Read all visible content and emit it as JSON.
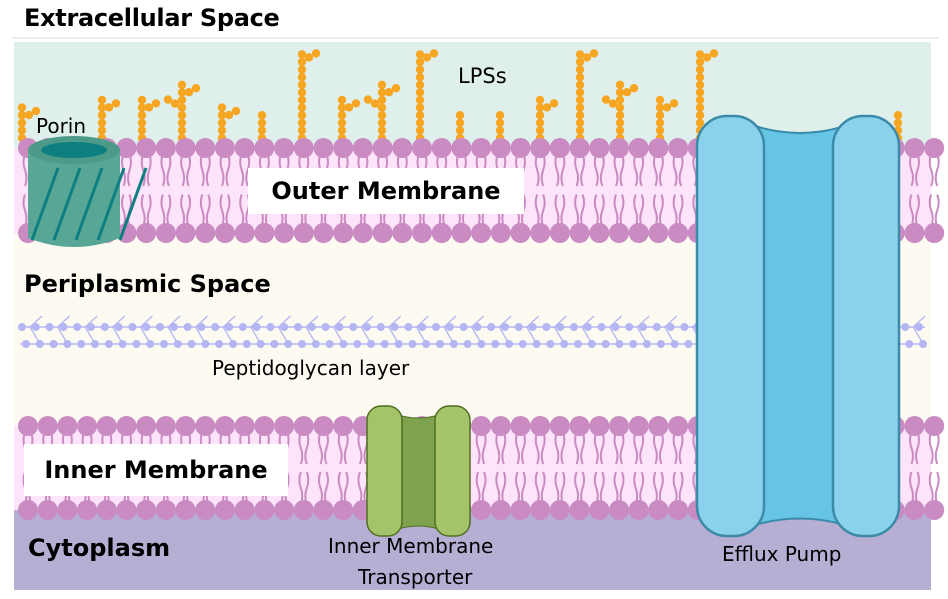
{
  "diagram": {
    "title": "Extracellular Space",
    "regions": {
      "extracellular": {
        "label": "Extracellular Space",
        "color": "#dff0ec"
      },
      "outer_membrane": {
        "label": "Outer Membrane",
        "color": "#fde4fb"
      },
      "periplasm": {
        "label": "Periplasmic Space",
        "color": "#fdfaf2"
      },
      "inner_membrane": {
        "label": "Inner Membrane",
        "color": "#fde4fb"
      },
      "cytoplasm": {
        "label": "Cytoplasm",
        "color": "#b7aed4"
      }
    },
    "labels": {
      "lps": "LPSs",
      "porin": "Porin",
      "peptidoglycan": "Peptidoglycan layer",
      "transporter_line1": "Inner Membrane",
      "transporter_line2": "Transporter",
      "efflux": "Efflux Pump"
    },
    "colors": {
      "lipid_head": "#c98bc2",
      "lipid_tail": "#c98bc2",
      "lps": "#f6a623",
      "peptidoglycan": "#b3b6f2",
      "porin": "#58a796",
      "porin_dark": "#0e7f80",
      "transporter_light": "#a5c46a",
      "transporter_dark": "#7ea24e",
      "transporter_stroke": "#4f6e22",
      "efflux_light": "#8ad2ec",
      "efflux_dark": "#66c4e4",
      "efflux_stroke": "#3a8aa8"
    }
  }
}
